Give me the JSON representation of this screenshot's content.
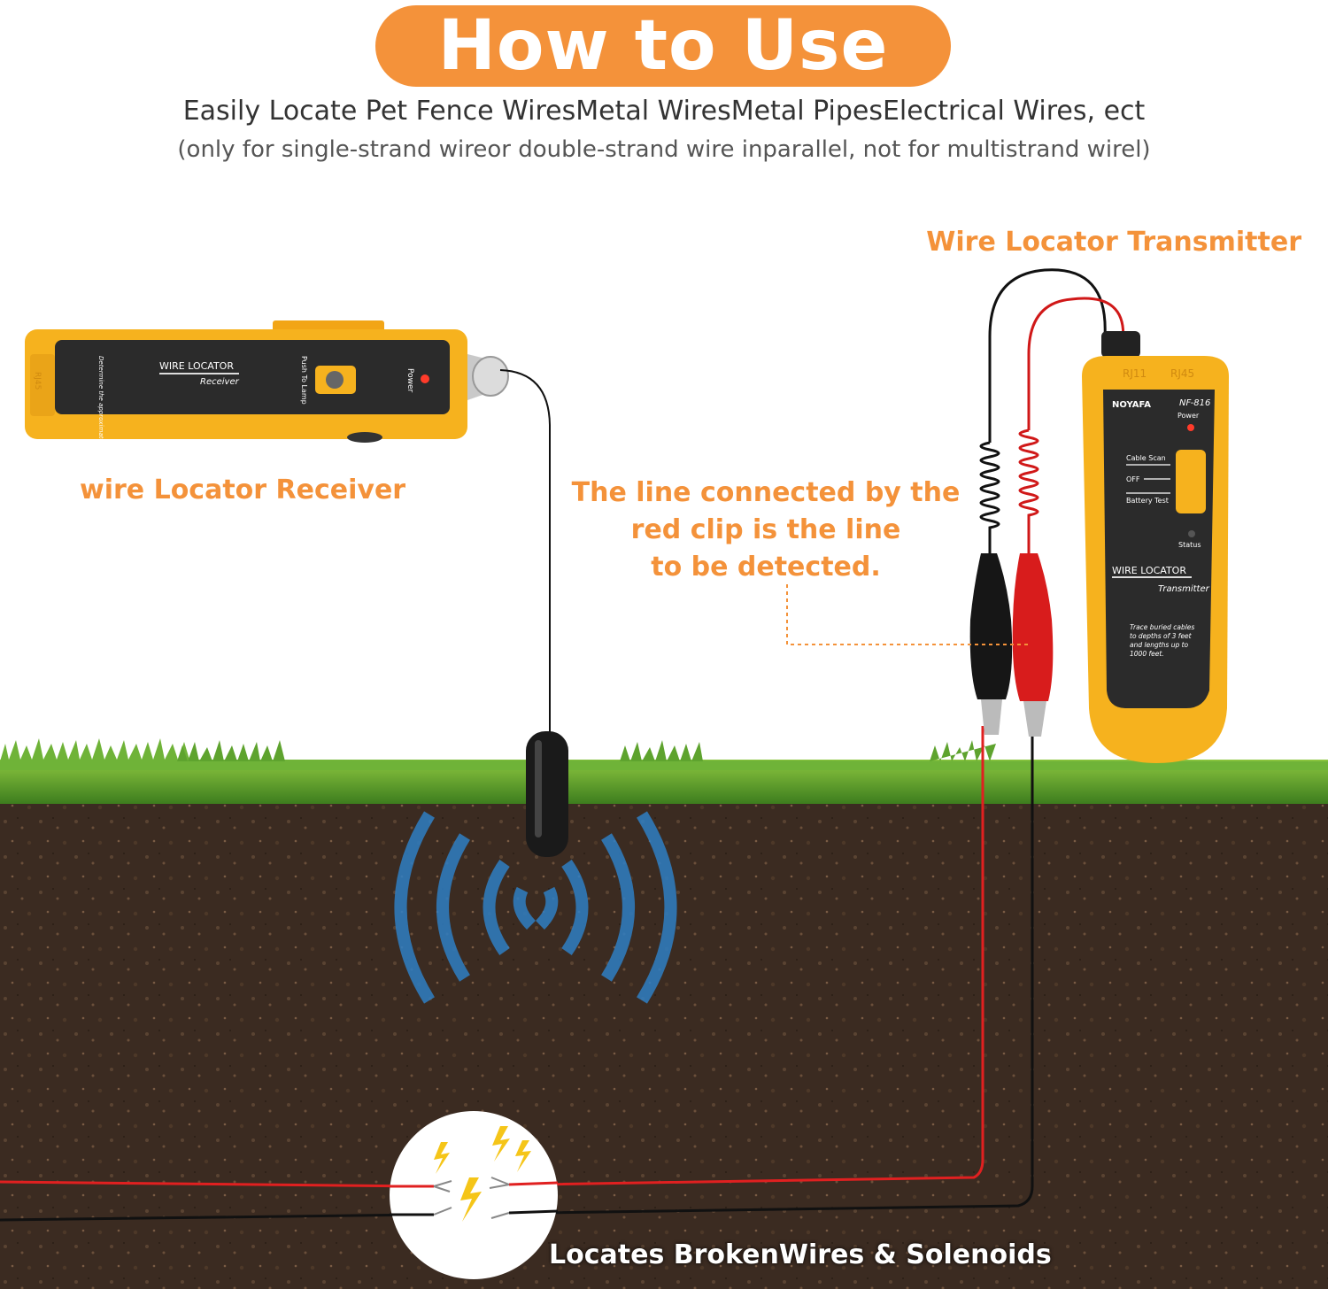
{
  "header": {
    "title": "How to Use",
    "subtitle": "Easily Locate Pet Fence WiresMetal WiresMetal PipesElectrical Wires, ect",
    "note": "(only for single-strand wireor double-strand wire inparallel, not for multistrand wirel)"
  },
  "labels": {
    "transmitter": "Wire Locator Transmitter",
    "receiver": "wire Locator Receiver",
    "clip_note_1": "The line connected by the",
    "clip_note_2": "red clip is the line",
    "clip_note_3": "to be detected.",
    "bottom": "Locates BrokenWires & Solenoids"
  },
  "receiver_device": {
    "title": "WIRE LOCATOR",
    "subtitle": "Receiver",
    "button_text": "Push To Lamp",
    "power": "Power",
    "side_text": "Determine the approximate depth of the wire before you dig",
    "port": "RJ45"
  },
  "transmitter_device": {
    "brand": "NOYAFA",
    "model": "NF-816",
    "port_1": "RJ11",
    "port_2": "RJ45",
    "power": "Power",
    "switch_1": "Cable Scan",
    "switch_2": "OFF",
    "switch_3": "Battery Test",
    "status": "Status",
    "title": "WIRE LOCATOR",
    "subtitle": "Transmitter",
    "desc_1": "Trace buried cables",
    "desc_2": "to depths of 3 feet",
    "desc_3": "and lengths up to",
    "desc_4": "1000 feet."
  },
  "colors": {
    "accent": "#f4923a",
    "device_yellow": "#f6b21e",
    "soil": "#3a2a20",
    "grass": "#4f9a2a",
    "signal_blue": "#2f7fc4",
    "red_wire": "#e02020"
  }
}
